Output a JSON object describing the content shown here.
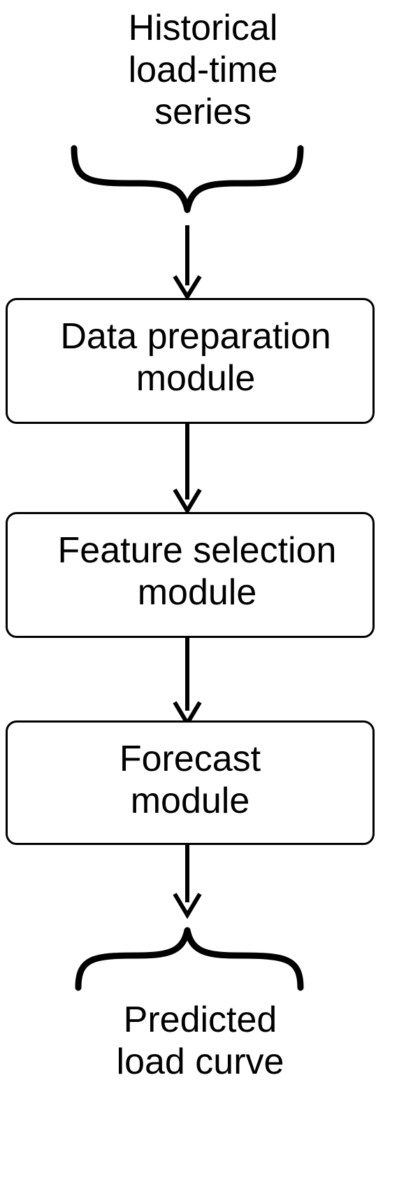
{
  "diagram": {
    "input": {
      "lines": [
        "Historical",
        "load-time",
        "series"
      ]
    },
    "modules": [
      {
        "lines": [
          "Data preparation",
          "module"
        ]
      },
      {
        "lines": [
          "Feature selection",
          "module"
        ]
      },
      {
        "lines": [
          "Forecast",
          "module"
        ]
      }
    ],
    "output": {
      "lines": [
        "Predicted",
        "load curve"
      ]
    },
    "colors": {
      "stroke": "#000000",
      "background": "#ffffff"
    }
  }
}
